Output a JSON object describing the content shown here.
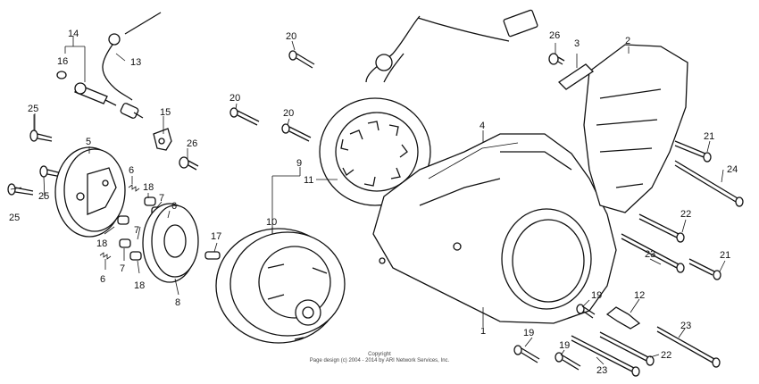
{
  "parts": [
    {
      "id": "p1",
      "label": "1"
    },
    {
      "id": "p2",
      "label": "2"
    },
    {
      "id": "p3",
      "label": "3"
    },
    {
      "id": "p4",
      "label": "4"
    },
    {
      "id": "p5",
      "label": "5"
    },
    {
      "id": "p6a",
      "label": "6"
    },
    {
      "id": "p6b",
      "label": "6"
    },
    {
      "id": "p6c",
      "label": "6"
    },
    {
      "id": "p7a",
      "label": "7"
    },
    {
      "id": "p7b",
      "label": "7"
    },
    {
      "id": "p7c",
      "label": "7"
    },
    {
      "id": "p8",
      "label": "8"
    },
    {
      "id": "p9",
      "label": "9"
    },
    {
      "id": "p10",
      "label": "10"
    },
    {
      "id": "p11",
      "label": "11"
    },
    {
      "id": "p12",
      "label": "12"
    },
    {
      "id": "p13",
      "label": "13"
    },
    {
      "id": "p14",
      "label": "14"
    },
    {
      "id": "p15",
      "label": "15"
    },
    {
      "id": "p16",
      "label": "16"
    },
    {
      "id": "p17",
      "label": "17"
    },
    {
      "id": "p18a",
      "label": "18"
    },
    {
      "id": "p18b",
      "label": "18"
    },
    {
      "id": "p18c",
      "label": "18"
    },
    {
      "id": "p19a",
      "label": "19"
    },
    {
      "id": "p19b",
      "label": "19"
    },
    {
      "id": "p19c",
      "label": "19"
    },
    {
      "id": "p20a",
      "label": "20"
    },
    {
      "id": "p20b",
      "label": "20"
    },
    {
      "id": "p20c",
      "label": "20"
    },
    {
      "id": "p21a",
      "label": "21"
    },
    {
      "id": "p21b",
      "label": "21"
    },
    {
      "id": "p22a",
      "label": "22"
    },
    {
      "id": "p22b",
      "label": "22"
    },
    {
      "id": "p23a",
      "label": "23"
    },
    {
      "id": "p23b",
      "label": "23"
    },
    {
      "id": "p23c",
      "label": "23"
    },
    {
      "id": "p24",
      "label": "24"
    },
    {
      "id": "p25a",
      "label": "25"
    },
    {
      "id": "p25b",
      "label": "25"
    },
    {
      "id": "p25c",
      "label": "25"
    },
    {
      "id": "p26a",
      "label": "26"
    },
    {
      "id": "p26b",
      "label": "26"
    }
  ],
  "copyright": {
    "line1": "Copyright",
    "line2": "Page design (c) 2004 - 2014 by ARI Network Services, Inc."
  }
}
